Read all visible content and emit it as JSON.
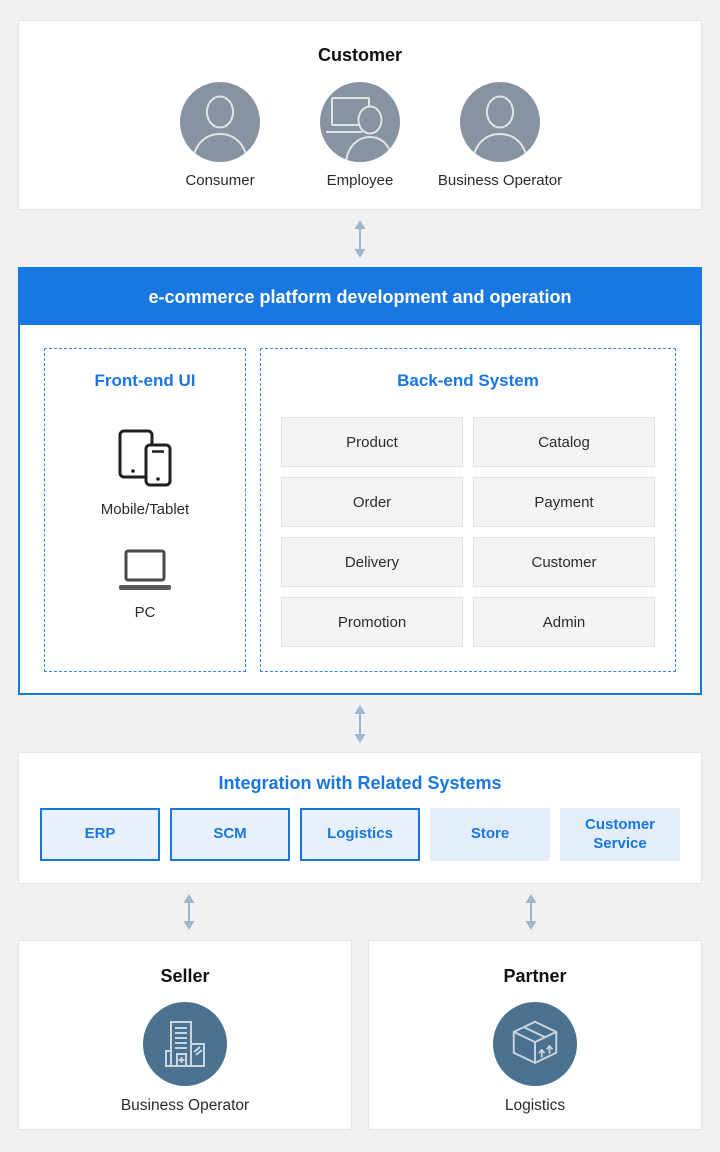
{
  "theme": {
    "colors": {
      "accent_blue": "#1877E0",
      "page_bg": "#F0F1F3",
      "panel_border": "#E3E4E6",
      "module_bg": "#F4F4F5",
      "chip_outlined_fill": "#E8F1FB",
      "chip_plain_fill": "#E3EEFA",
      "avatar_gray": "#8793A1",
      "actor_slate": "#4A7190",
      "arrow": "#9FB6CA"
    }
  },
  "customer_panel": {
    "title": "Customer",
    "actors": [
      {
        "label": "Consumer",
        "icon": "person-icon"
      },
      {
        "label": "Employee",
        "icon": "person-monitor-icon"
      },
      {
        "label": "Business Operator",
        "icon": "person-icon"
      }
    ]
  },
  "platform_panel": {
    "header": "e-commerce platform development and operation",
    "frontend": {
      "title": "Front-end UI",
      "items": [
        {
          "label": "Mobile/Tablet",
          "icon": "mobile-tablet-icon"
        },
        {
          "label": "PC",
          "icon": "laptop-icon"
        }
      ]
    },
    "backend": {
      "title": "Back-end System",
      "modules": [
        "Product",
        "Catalog",
        "Order",
        "Payment",
        "Delivery",
        "Customer",
        "Promotion",
        "Admin"
      ]
    }
  },
  "integration_panel": {
    "title": "Integration with Related Systems",
    "systems": [
      {
        "label": "ERP",
        "style": "outlined"
      },
      {
        "label": "SCM",
        "style": "outlined"
      },
      {
        "label": "Logistics",
        "style": "outlined"
      },
      {
        "label": "Store",
        "style": "plain"
      },
      {
        "label": "Customer Service",
        "style": "plain"
      }
    ]
  },
  "seller_panel": {
    "title": "Seller",
    "actor_label": "Business Operator",
    "icon": "building-icon"
  },
  "partner_panel": {
    "title": "Partner",
    "actor_label": "Logistics",
    "icon": "package-icon"
  }
}
